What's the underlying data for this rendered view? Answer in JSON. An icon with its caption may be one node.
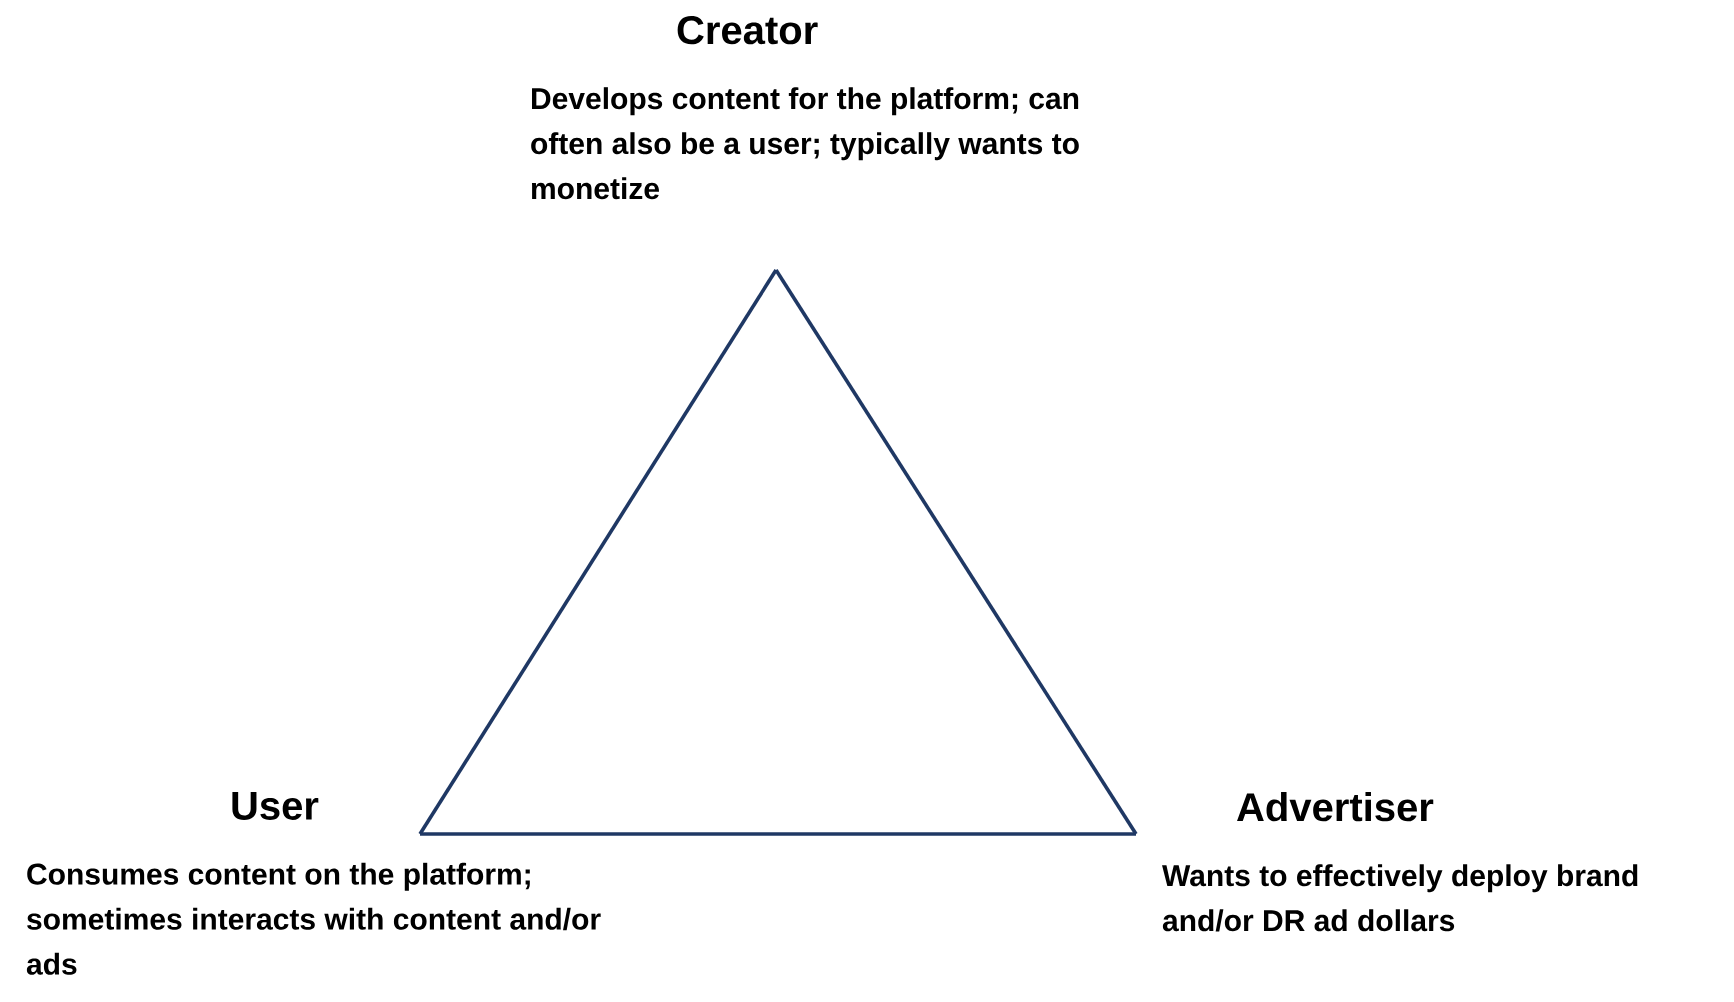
{
  "diagram": {
    "nodes": [
      {
        "text": [
          "Creator",
          "Develops content for the platform; can often also be a user; typically wants to monetize"
        ]
      },
      {
        "text": [
          "User",
          "Consumes content on the platform; sometimes interacts with content and/or ads"
        ]
      },
      {
        "text": [
          "Advertiser",
          "Wants to effectively deploy brand and/or DR ad dollars"
        ]
      }
    ],
    "edges": [
      {
        "from": 0,
        "to": 1,
        "arrow": "none"
      },
      {
        "from": 1,
        "to": 2,
        "arrow": "none"
      },
      {
        "from": 2,
        "to": 0,
        "arrow": "none"
      }
    ]
  }
}
